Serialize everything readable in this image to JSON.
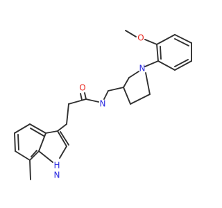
{
  "molecule": {
    "atoms": {
      "o_methoxy": "O",
      "n_pyrrolidine": "N",
      "o_carbonyl": "O",
      "n_amide": "N",
      "nh_indole": "H",
      "n_indole": "N"
    }
  },
  "colors": {
    "bond": "#303030",
    "oxygen": "#e8251d",
    "nitrogen": "#2a2ae0"
  }
}
